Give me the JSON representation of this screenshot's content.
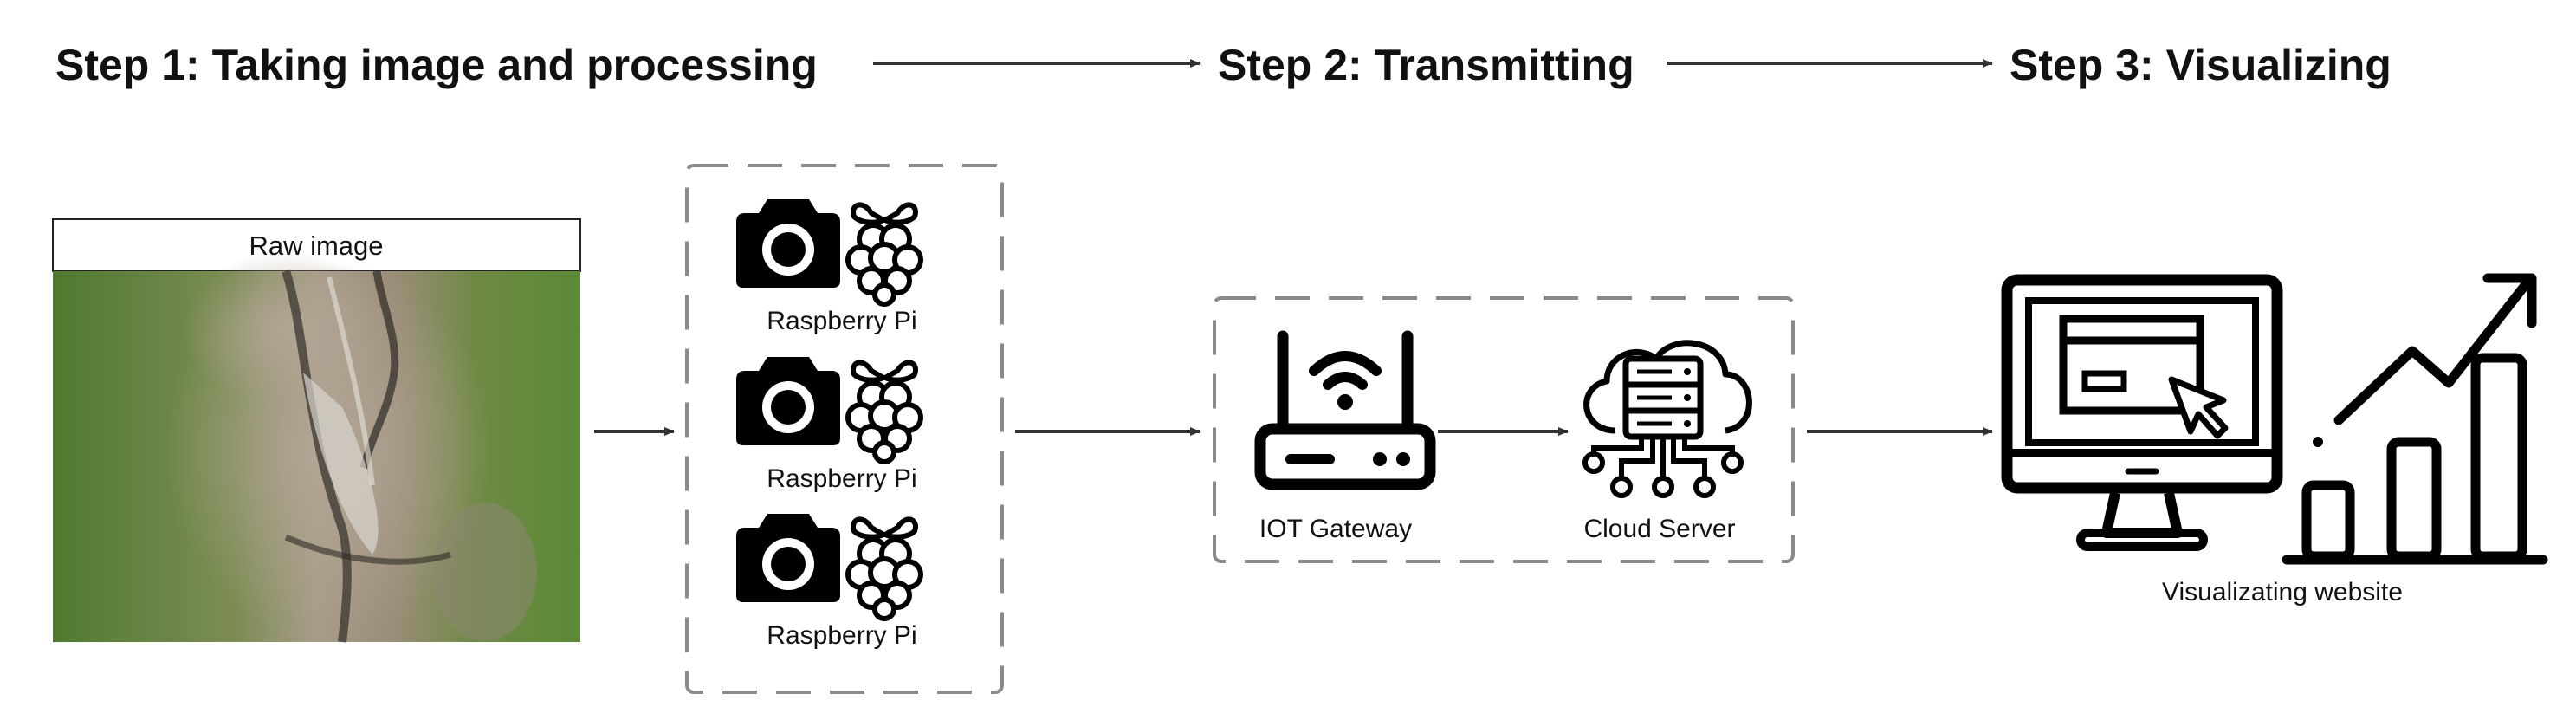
{
  "steps": {
    "step1": "Step 1:  Taking image and processing",
    "step2": "Step 2: Transmitting",
    "step3": "Step 3: Visualizing"
  },
  "raw_image": {
    "label": "Raw image"
  },
  "devices": [
    {
      "label": "Raspberry Pi"
    },
    {
      "label": "Raspberry Pi"
    },
    {
      "label": "Raspberry Pi"
    }
  ],
  "network": {
    "gateway_label": "IOT Gateway",
    "cloud_label": "Cloud Server"
  },
  "visualization": {
    "label": "Visualizating website"
  },
  "colors": {
    "grass": "#5f8a3c",
    "soil": "#a59684",
    "dash": "#8a8a8a",
    "arrow": "#333333"
  }
}
